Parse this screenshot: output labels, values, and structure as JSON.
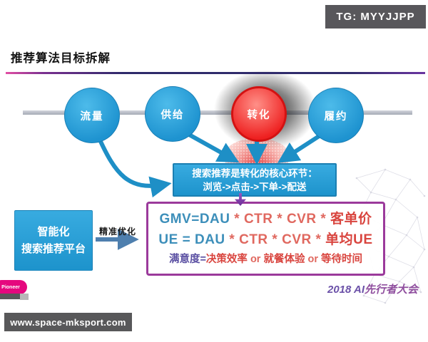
{
  "tg_badge": {
    "label": "TG: MYYJJPP"
  },
  "title": "推荐算法目标拆解",
  "flow": {
    "nodes": [
      {
        "label": "流量"
      },
      {
        "label": "供给"
      },
      {
        "label": "转化"
      },
      {
        "label": "履约"
      }
    ],
    "callout": {
      "line1": "搜索推荐是转化的核心环节：",
      "line2": "浏览->点击->下单->配送"
    }
  },
  "platform": {
    "line1": "智能化",
    "line2": "搜索推荐平台"
  },
  "precision_label": "精准优化",
  "formulas": {
    "gmv": {
      "lhs": "GMV=DAU",
      "mid": " * CTR * CVR * ",
      "rhs": "客单价"
    },
    "ue": {
      "lhs": "UE = DAU",
      "mid": " * CTR * CVR * ",
      "rhs": "单均UE"
    },
    "satisfaction": {
      "lhs": "满意度=",
      "p1": "决策效率",
      "or1": " or ",
      "p2": "就餐体验",
      "or2": " or ",
      "p3": "等待时间"
    }
  },
  "footer": {
    "conference_prefix": "2018 AI",
    "conference_suffix": "先行者大会",
    "watermark": "Pioneer",
    "url": "www.space-mksport.com"
  },
  "colors": {
    "node_blue": "#2aa1d8",
    "node_red": "#ee2222",
    "connector_blue": "#1e8fc6",
    "callout_blue": "#2aa3dc",
    "formula_border": "#9b3a9b",
    "formula_teal": "#3d8fba",
    "formula_red": "#d9453f",
    "formula_rose": "#e0685f",
    "formula_purple": "#5a4fa2",
    "accent_pink": "#e5087e",
    "footer_purple": "#6b51a8"
  }
}
